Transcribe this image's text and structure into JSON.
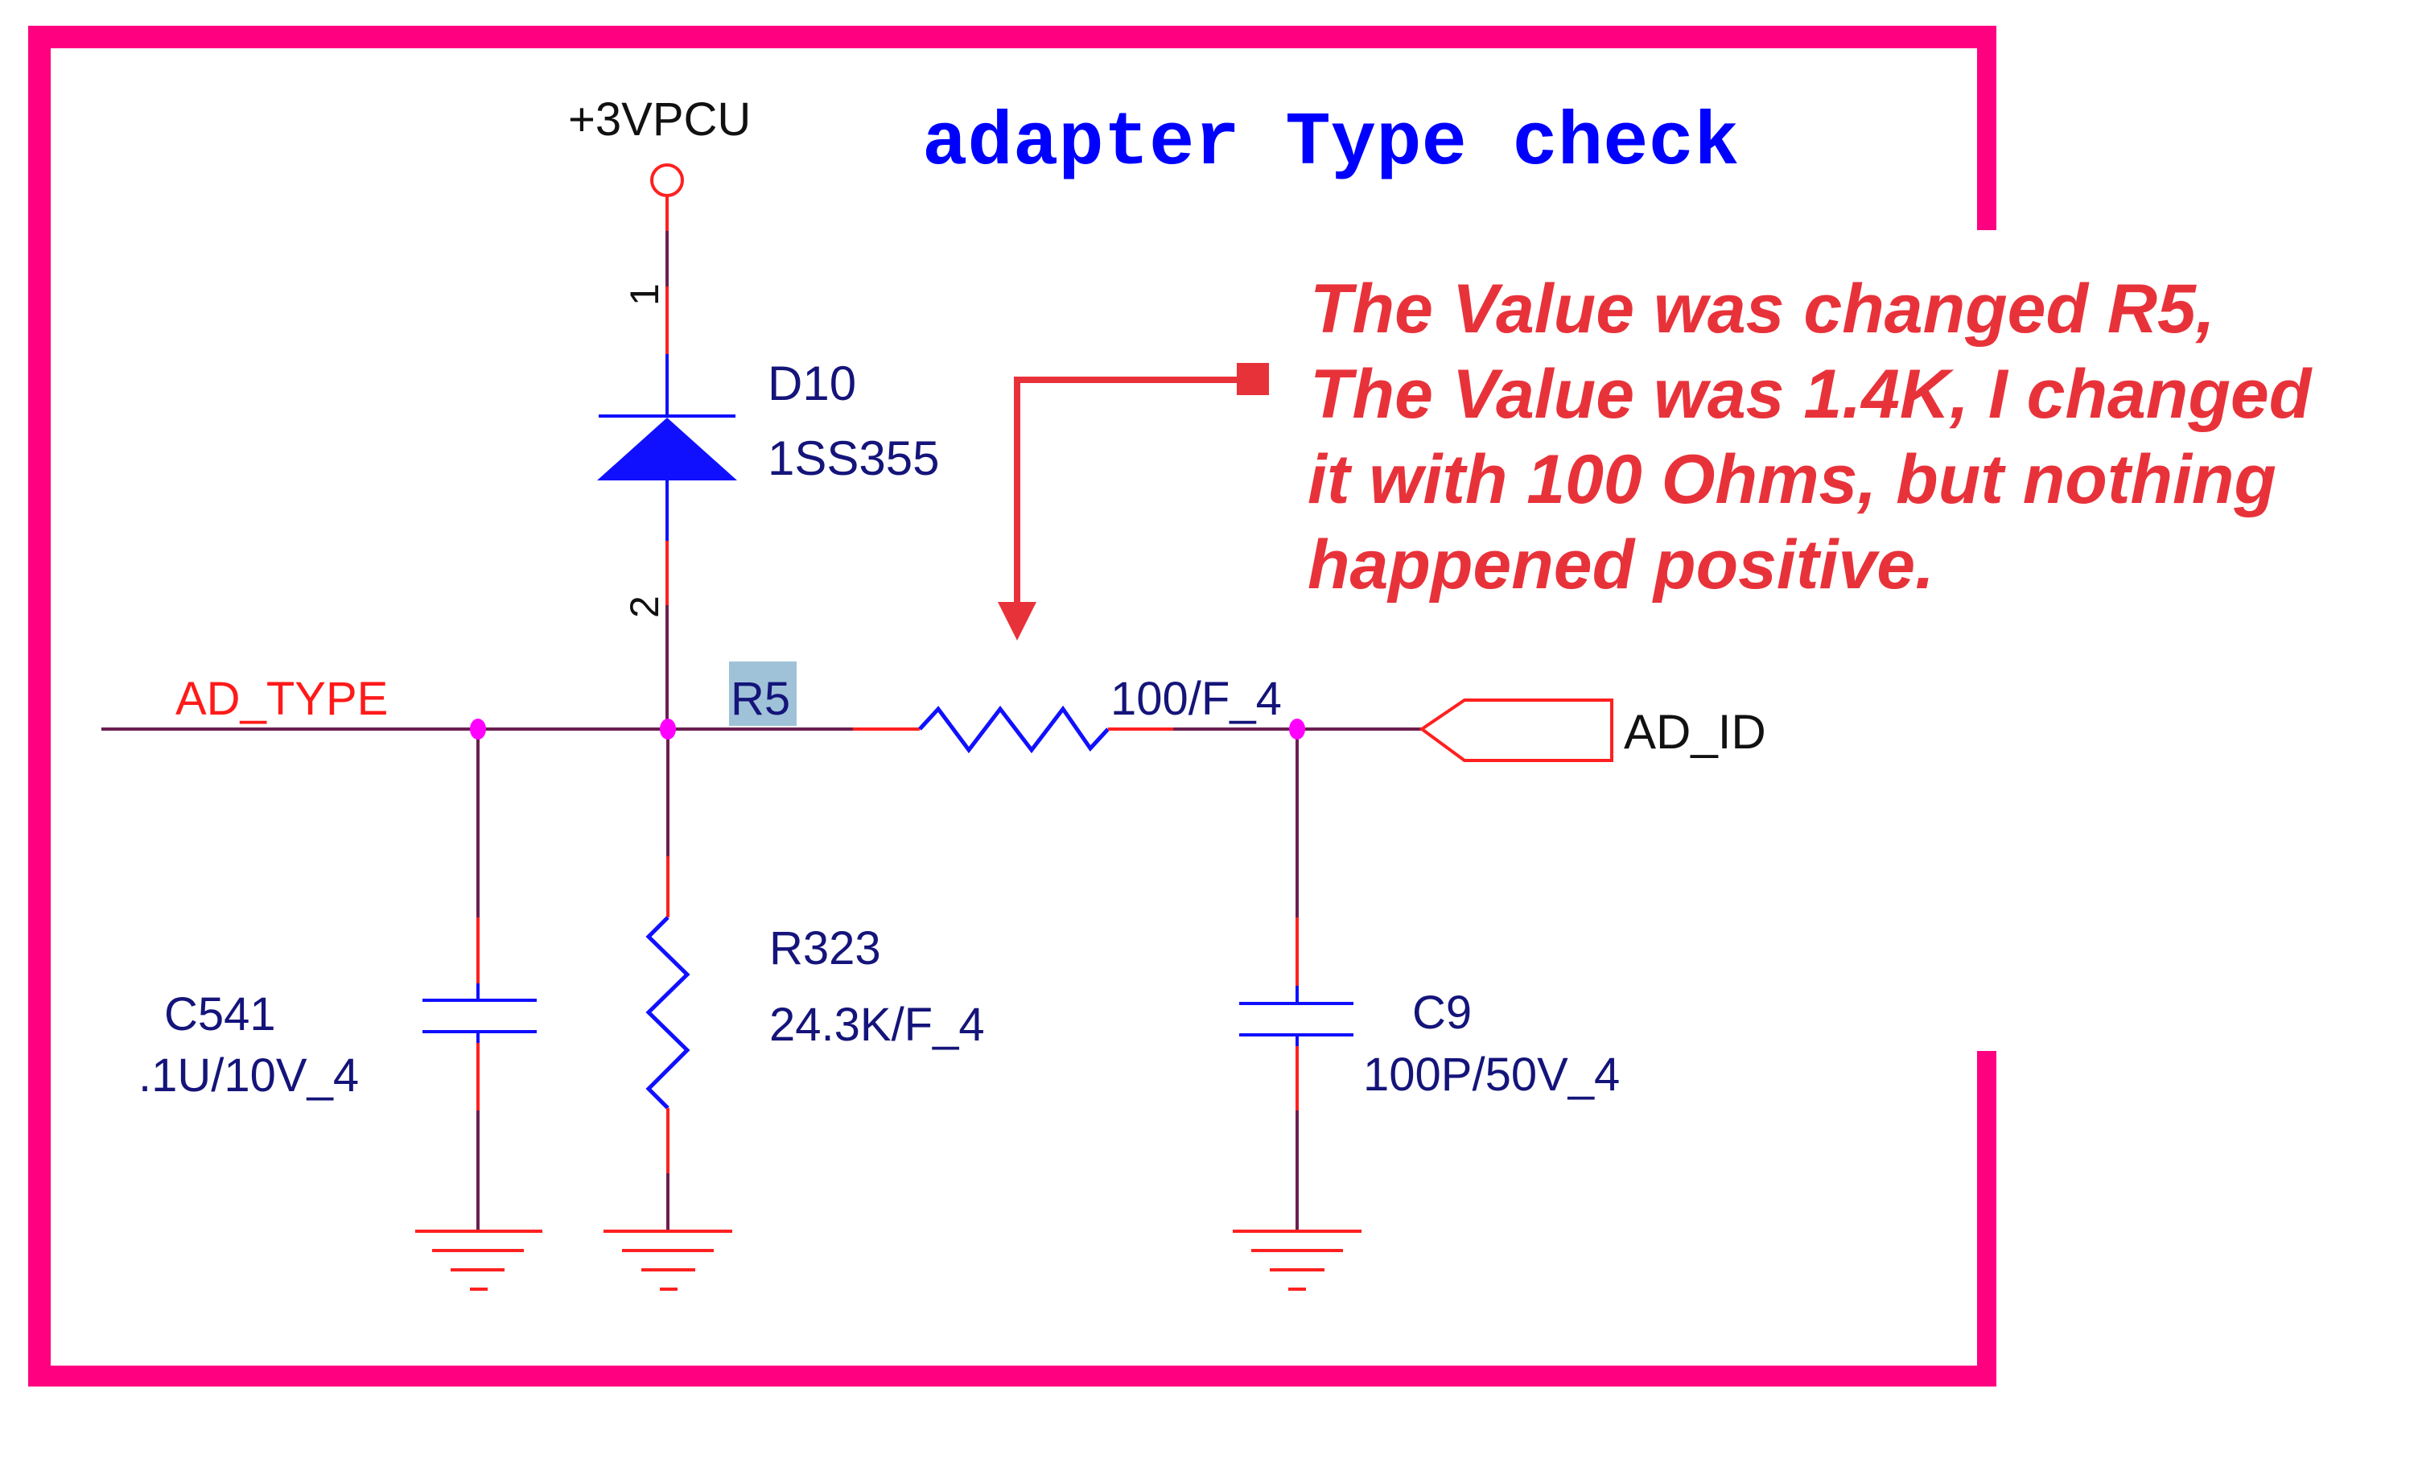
{
  "title": "adapter Type check",
  "colors": {
    "frame": "#ff0080",
    "annotation": "#e8323a",
    "wire": "#6b1f4f",
    "pin": "#ff2020",
    "component": "#1010ff",
    "junction": "#ff00ff",
    "label": "#14147a",
    "highlight": "#9fc2d8"
  },
  "power_rail": {
    "name": "+3VPCU"
  },
  "nets": {
    "left": "AD_TYPE",
    "right": "AD_ID"
  },
  "components": {
    "diode": {
      "ref": "D10",
      "value": "1SS355",
      "pin_top": "1",
      "pin_bottom": "2"
    },
    "r5": {
      "ref": "R5",
      "value": "100/F_4"
    },
    "r323": {
      "ref": "R323",
      "value": "24.3K/F_4"
    },
    "c541": {
      "ref": "C541",
      "value": ".1U/10V_4"
    },
    "c9": {
      "ref": "C9",
      "value": "100P/50V_4"
    }
  },
  "annotation": {
    "lines": [
      "The Value was changed R5,",
      "The Value was 1.4K, I changed",
      "it with 100 Ohms, but nothing",
      "happened positive."
    ]
  }
}
